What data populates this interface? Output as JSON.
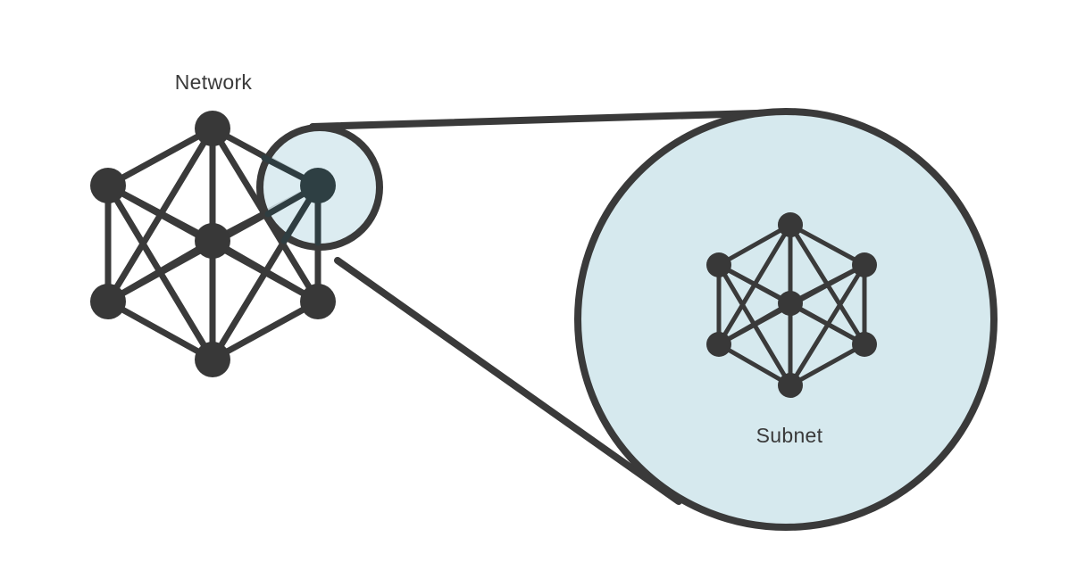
{
  "labels": {
    "network": "Network",
    "subnet": "Subnet"
  },
  "colors": {
    "ink": "#3a3a3a",
    "node": "#383838",
    "lens_fill": "#d6e9ee",
    "background": "#ffffff"
  },
  "network": {
    "node_count": 7,
    "highlighted_node": "node-right-top"
  },
  "subnet": {
    "node_count": 7
  }
}
